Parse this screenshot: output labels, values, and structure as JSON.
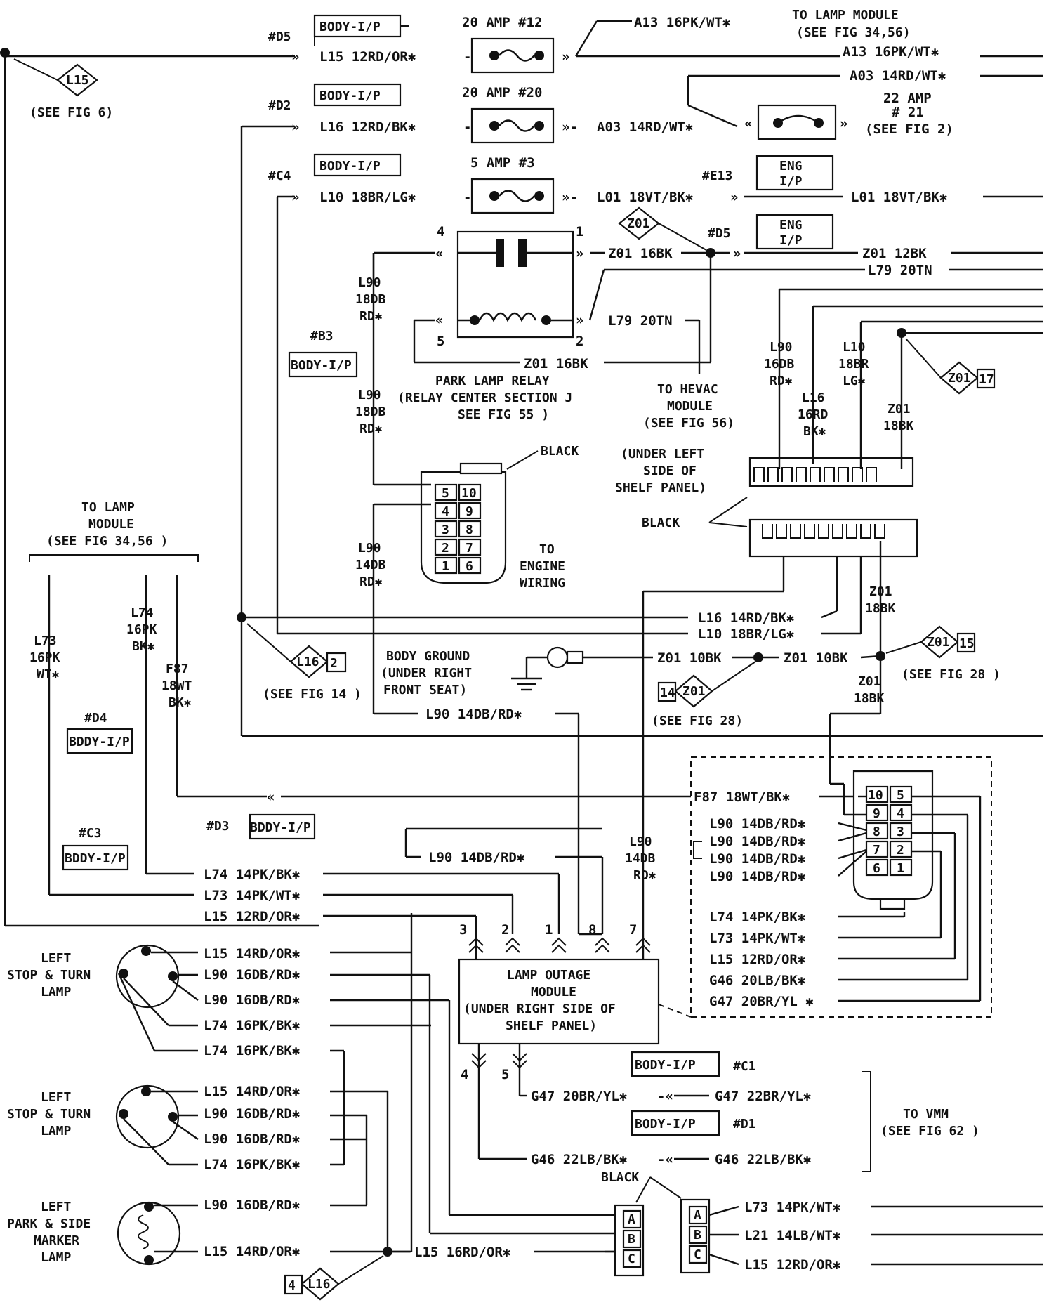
{
  "fuses": {
    "f12": {
      "rating": "20 AMP #12"
    },
    "f20": {
      "rating": "20 AMP #20"
    },
    "f3": {
      "rating": "5 AMP #3"
    },
    "f21": {
      "rating": "22 AMP",
      "num": "# 21",
      "ref": "(SEE FIG 2)"
    }
  },
  "splices": {
    "d5a": "#D5",
    "d2": "#D2",
    "c4": "#C4",
    "e13": "#E13",
    "d5b": "#D5",
    "b3": "#B3",
    "d4": "#D4",
    "c3": "#C3",
    "d3": "#D3",
    "c1": "#C1",
    "d1": "#D1"
  },
  "body_ip": "BODY-I/P",
  "body_ip_alt": "BDDY-I/P",
  "eng_ip": [
    "ENG",
    "I/P"
  ],
  "wires": {
    "l15_top": "L15 12RD/OR✱",
    "a13": "A13 16PK/WT✱",
    "a13_right": "A13 16PK/WT✱",
    "a03_right": "A03 14RD/WT✱",
    "l16_top": "L16 12RD/BK✱",
    "a03": "A03 14RD/WT✱",
    "l10_top": "L10 18BR/LG✱",
    "l01": "L01 18VT/BK✱",
    "l01_right": "L01 18VT/BK✱",
    "z01_16": "Z01 16BK",
    "z01_12": "Z01 12BK",
    "l79_right": "L79 20TN",
    "l79": "L79 20TN",
    "z01_16b": "Z01 16BK",
    "l16_mid": "L16 14RD/BK✱",
    "l10_mid": "L10 18BR/LG✱",
    "z01_10a": "Z01 10BK",
    "z01_10b": "Z01 10BK",
    "l90_mid": "L90 14DB/RD✱",
    "f87": "F87 18WT/BK✱",
    "l90_lom": "L90 14DB/RD✱",
    "l74_14": "L74 14PK/BK✱",
    "l73_14": "L73 14PK/WT✱",
    "l15_12": "L15 12RD/OR✱",
    "g47_20": "G47 20BR/YL✱",
    "g47_22": "G47 22BR/YL✱",
    "g46_22a": "G46 22LB/BK✱",
    "g46_22b": "G46 22LB/BK✱",
    "l73_bottom": "L73 14PK/WT✱",
    "l21": "L21 14LB/WT✱",
    "l15_bottom": "L15 12RD/OR✱",
    "l15_16": "L15 16RD/OR✱"
  },
  "vertical_labels": {
    "l90_18_a": [
      "L90",
      "18DB",
      "RD✱"
    ],
    "l90_18_b": [
      "L90",
      "18DB",
      "RD✱"
    ],
    "l90_14": [
      "L90",
      "14DB",
      "RD✱"
    ],
    "l90_16": [
      "L90",
      "16DB",
      "RD✱"
    ],
    "l10_18": [
      "L10",
      "18BR",
      "LG✱"
    ],
    "l16_16": [
      "L16",
      "16RD",
      "BK✱"
    ],
    "z01_18a": [
      "Z01",
      "18BK"
    ],
    "z01_18b": [
      "Z01",
      "18BK"
    ],
    "z01_18c": [
      "Z01",
      "18BK"
    ],
    "l73_16": [
      "L73",
      "16PK",
      "WT✱"
    ],
    "l74_16": [
      "L74",
      "16PK",
      "BK✱"
    ],
    "f87_18": [
      "F87",
      "18WT",
      "BK✱"
    ],
    "l90_14b": [
      "L90",
      "14DB",
      "RD✱"
    ]
  },
  "right_connector_wires": [
    "L90 14DB/RD✱",
    "L90 14DB/RD✱",
    "L90 14DB/RD✱",
    "L90 14DB/RD✱",
    "L74 14PK/BK✱",
    "L73 14PK/WT✱",
    "L15 12RD/OR✱",
    "G46 20LB/BK✱",
    "G47 20BR/YL ✱"
  ],
  "lamp_wires": [
    "L15 14RD/OR✱",
    "L90 16DB/RD✱",
    "L90 16DB/RD✱",
    "L74 16PK/BK✱",
    "L74 16PK/BK✱",
    "L15 14RD/OR✱",
    "L90 16DB/RD✱",
    "L90 16DB/RD✱",
    "L74 16PK/BK✱",
    "L90 16DB/RD✱",
    "L15 14RD/OR✱"
  ],
  "refs": {
    "lamp_module_top": [
      "TO LAMP MODULE",
      "(SEE FIG 34,56)"
    ],
    "see_fig6": "(SEE FIG 6)",
    "relay": [
      "PARK LAMP RELAY",
      "(RELAY CENTER SECTION J",
      "SEE FIG 55 )"
    ],
    "hevac": [
      "TO HEVAC",
      "MODULE",
      "(SEE FIG 56)"
    ],
    "shelf": [
      "(UNDER LEFT",
      "SIDE OF",
      "SHELF PANEL)"
    ],
    "lamp_module_left": [
      "TO LAMP",
      "MODULE",
      "(SEE FIG  34,56 )"
    ],
    "engine_wiring": [
      "TO",
      "ENGINE",
      "WIRING"
    ],
    "body_ground": [
      "BODY GROUND",
      "(UNDER RIGHT",
      "FRONT SEAT)"
    ],
    "see_fig14": "(SEE FIG 14 )",
    "see_fig28a": "(SEE FIG 28)",
    "see_fig28b": "(SEE FIG 28 )",
    "vmm": [
      "TO VMM",
      "(SEE FIG 62 )"
    ],
    "black": "BLACK"
  },
  "tags": {
    "l15": "L15",
    "z01a": "Z01",
    "z01b": "Z01",
    "z01c": "Z01",
    "z01d": "Z01",
    "l16a": "L16",
    "l16b": "L16",
    "n17": "17",
    "n15": "15",
    "n14": "14",
    "n2": "2",
    "n4": "4"
  },
  "lamps": {
    "stop1": [
      "LEFT",
      "STOP & TURN",
      "LAMP"
    ],
    "stop2": [
      "LEFT",
      "STOP & TURN",
      "LAMP"
    ],
    "park": [
      "LEFT",
      "PARK & SIDE",
      "MARKER",
      "LAMP"
    ]
  },
  "module": [
    "LAMP OUTAGE",
    "MODULE",
    "(UNDER RIGHT SIDE OF",
    "SHELF PANEL)"
  ],
  "module_pins": [
    "3",
    "2",
    "1",
    "8",
    "7",
    "4",
    "5"
  ],
  "relay_pins": [
    "4",
    "1",
    "5",
    "2"
  ],
  "engine_pins": [
    "5",
    "10",
    "4",
    "9",
    "3",
    "8",
    "2",
    "7",
    "1",
    "6"
  ],
  "right_pins": [
    "10",
    "5",
    "9",
    "4",
    "8",
    "3",
    "7",
    "2",
    "6",
    "1"
  ],
  "abc_pins": [
    "A",
    "B",
    "C"
  ]
}
